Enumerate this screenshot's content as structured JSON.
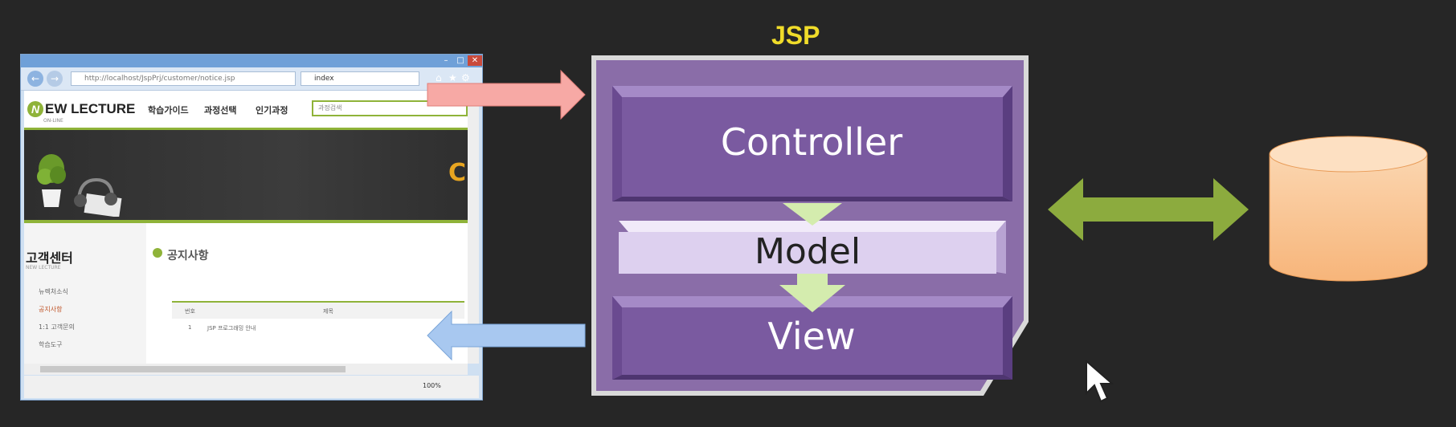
{
  "diagram": {
    "container_label": "JSP",
    "blocks": {
      "controller": "Controller",
      "model": "Model",
      "view": "View"
    },
    "colors": {
      "jsp_label": "#f0dc2a",
      "container_purple": "#8a6da8",
      "controller_view_purple": "#7a5aa0",
      "model_lavender": "#ddd0ef",
      "down_arrow": "#d4ecae",
      "request_arrow": "#f7a9a5",
      "response_arrow": "#a8c8f0",
      "db_arrow": "#8cab3e",
      "database": "#f9c08a"
    },
    "icons": [
      "request-arrow-icon",
      "response-arrow-icon",
      "bidirectional-arrow-icon",
      "database-icon",
      "mouse-cursor-icon"
    ]
  },
  "browser": {
    "url": "http://localhost/JspPrj/customer/notice.jsp",
    "tab_title": "index",
    "zoom": "100%",
    "site": {
      "logo_letter": "N",
      "logo_text": "EW LECTURE",
      "logo_sub": "ON-LINE",
      "nav": [
        "학습가이드",
        "과정선택",
        "인기과정"
      ],
      "search_placeholder": "과정검색",
      "banner_letter": "C",
      "sidebar_title": "고객센터",
      "sidebar_sub": "NEW LECTURE",
      "sidebar_items": [
        "뉴렉처소식",
        "공지사항",
        "1:1 고객문의",
        "학습도구"
      ],
      "page_title": "공지사항",
      "table_headers": [
        "번호",
        "제목"
      ],
      "table_rows": [
        [
          "1",
          "JSP 프로그래밍 안내"
        ]
      ]
    }
  }
}
